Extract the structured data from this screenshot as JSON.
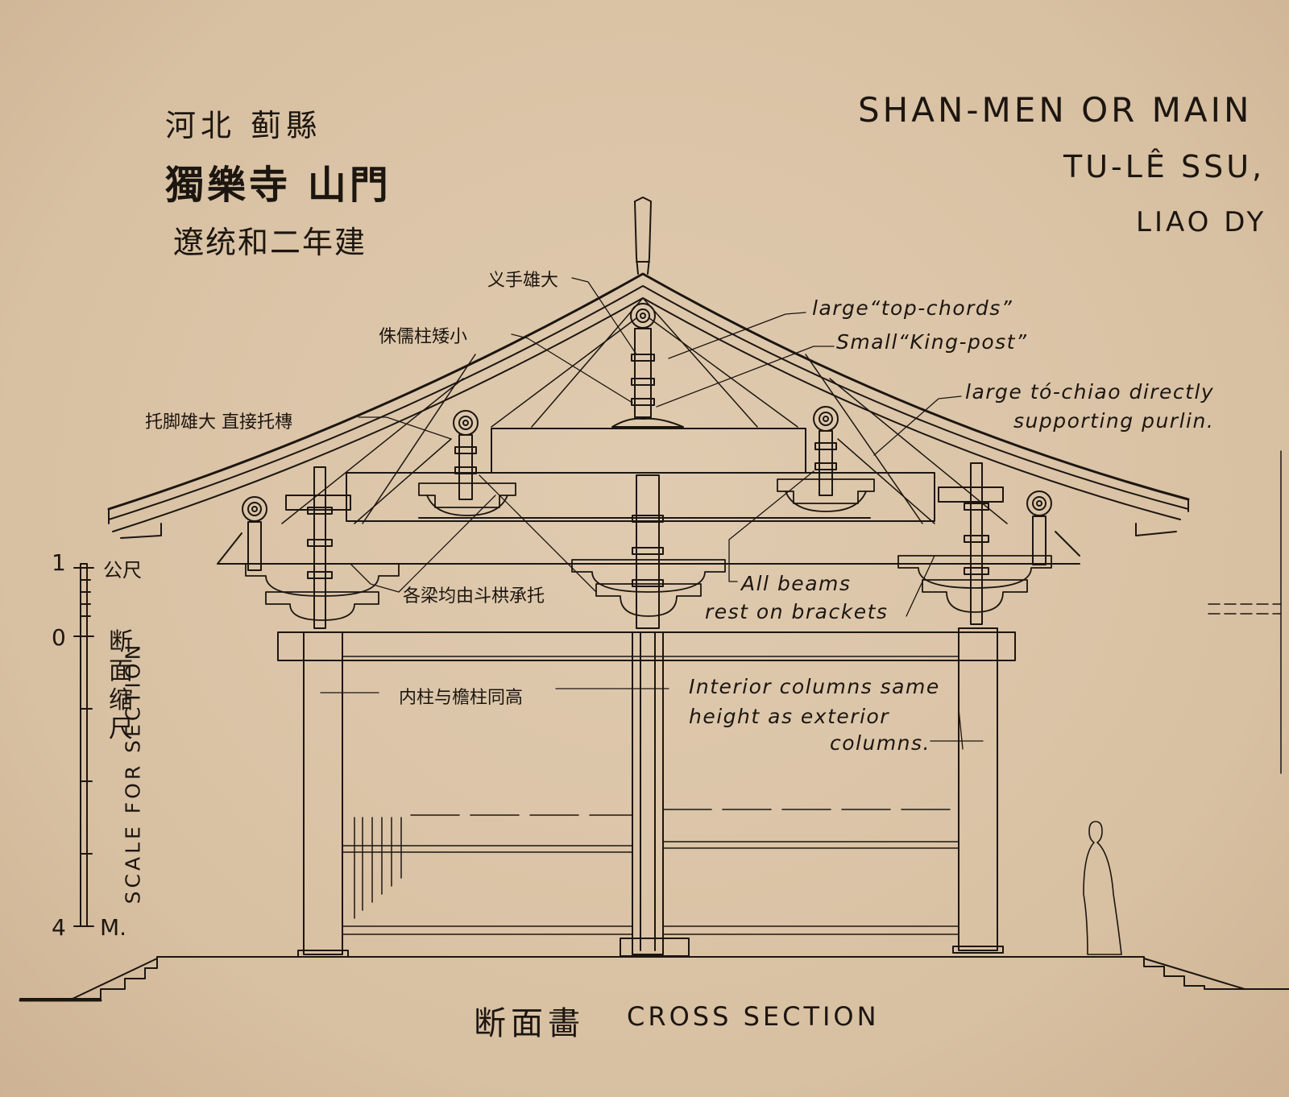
{
  "header_zh": {
    "line1": "河北 蓟縣",
    "line2": "獨樂寺 山門",
    "line3": "遼统和二年建"
  },
  "header_en": {
    "line1": "SHAN-MEN OR MAIN",
    "line2": "TU-LÊ SSU,",
    "line3": "LIAO DY"
  },
  "labels": {
    "chashou_zh": "义手雄大",
    "zhuru_zh": "侏儒柱矮小",
    "tuojiao_zh": "托脚雄大 直接托槫",
    "top_chords": "large“top-chords”",
    "king_post": "Small“King-post”",
    "tochiao_1": "large tó-chiao directly",
    "tochiao_2": "supporting purlin.",
    "beams_zh": "各梁均由斗栱承托",
    "beams_1": "All beams",
    "beams_2": "rest on brackets",
    "columns_zh": "内柱与檐柱同高",
    "columns_1": "Interior columns same",
    "columns_2": "height as exterior",
    "columns_3": "columns."
  },
  "scale": {
    "tick_1": "1",
    "unit_zh": "公尺",
    "tick_0": "0",
    "tick_4": "4",
    "unit_m": "M.",
    "label_zh": "断面缩尺",
    "label_en": "SCALE FOR SECTION"
  },
  "caption": {
    "zh": "断面畵",
    "en": "CROSS SECTION"
  }
}
